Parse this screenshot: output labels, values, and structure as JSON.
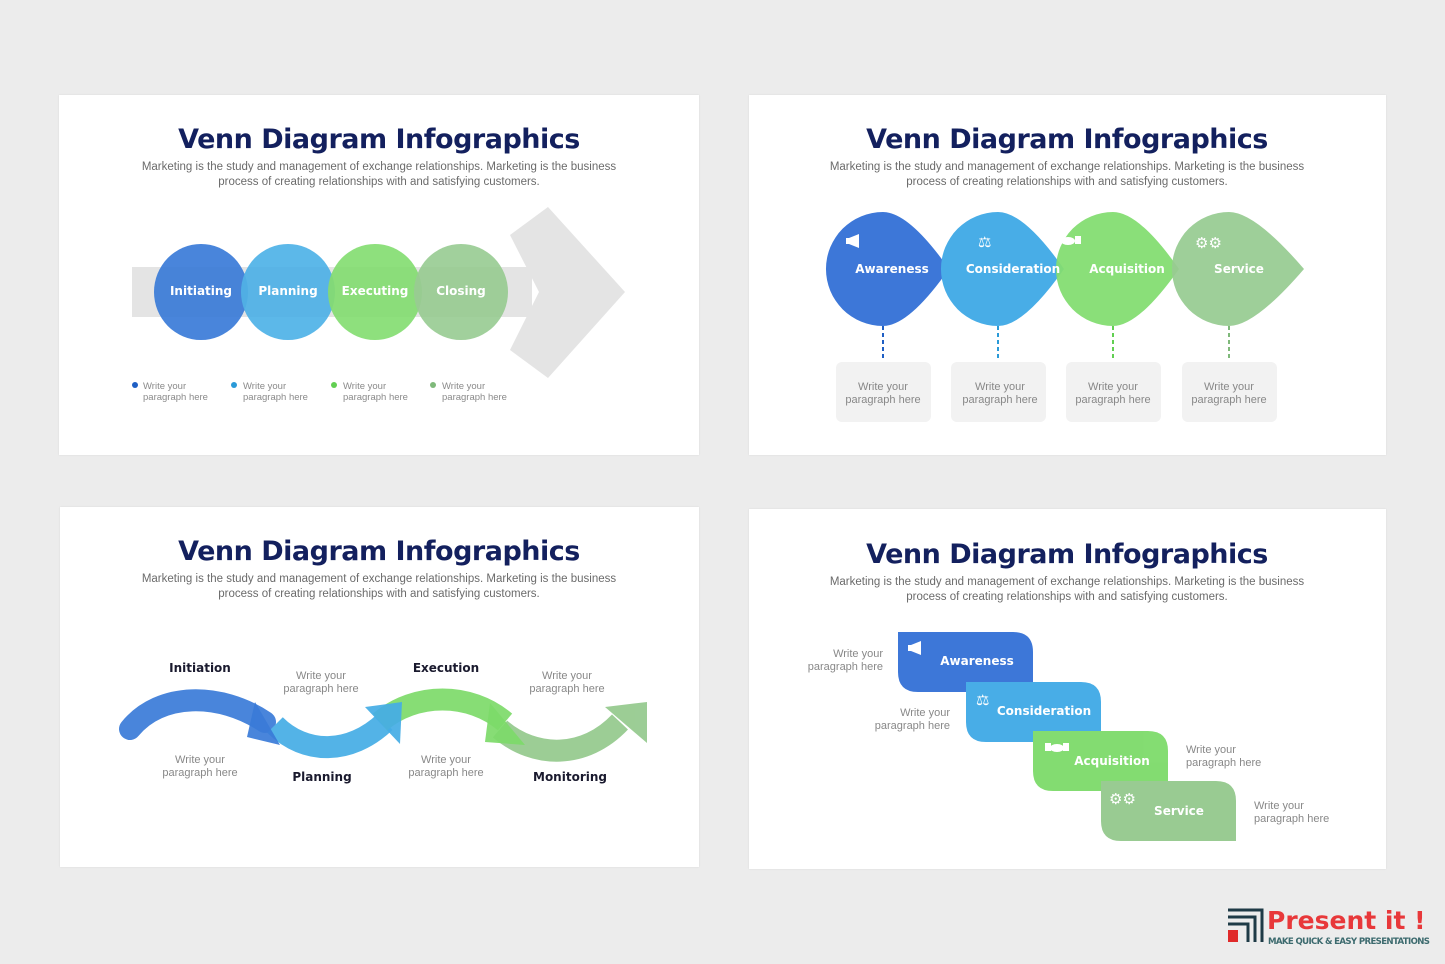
{
  "colors": {
    "blue": "#3a7bd8",
    "sky": "#45ade6",
    "green": "#7ddb6a",
    "sage": "#94c98d",
    "navy": "#13205e",
    "gray_arrow": "#e4e4e4"
  },
  "slides": [
    {
      "title": "Venn Diagram Infographics",
      "subtitle": [
        "Marketing is the study and management of exchange relationships. Marketing is the business",
        "process of creating relationships with and satisfying customers."
      ],
      "circles": [
        "Initiating",
        "Planning",
        "Executing",
        "Closing"
      ],
      "bullets": [
        [
          "Write your",
          "paragraph here"
        ],
        [
          "Write your",
          "paragraph here"
        ],
        [
          "Write your",
          "paragraph here"
        ],
        [
          "Write your",
          "paragraph here"
        ]
      ]
    },
    {
      "title": "Venn Diagram Infographics",
      "subtitle": [
        "Marketing is the study and management of exchange relationships. Marketing is the business",
        "process of creating relationships with and satisfying customers."
      ],
      "drops": [
        {
          "label": "Awareness",
          "icon": "megaphone-icon"
        },
        {
          "label": "Consideration",
          "icon": "scale-icon"
        },
        {
          "label": "Acquisition",
          "icon": "handshake-icon"
        },
        {
          "label": "Service",
          "icon": "gears-icon"
        }
      ],
      "boxes": [
        [
          "Write your",
          "paragraph here"
        ],
        [
          "Write your",
          "paragraph here"
        ],
        [
          "Write your",
          "paragraph here"
        ],
        [
          "Write your",
          "paragraph here"
        ]
      ]
    },
    {
      "title": "Venn Diagram Infographics",
      "subtitle": [
        "Marketing is the study and management of exchange relationships. Marketing is the business",
        "process of creating relationships with and satisfying customers."
      ],
      "stages": [
        "Initiation",
        "Planning",
        "Execution",
        "Monitoring"
      ],
      "paras": [
        [
          "Write your",
          "paragraph here"
        ],
        [
          "Write your",
          "paragraph here"
        ],
        [
          "Write your",
          "paragraph here"
        ],
        [
          "Write your",
          "paragraph here"
        ]
      ]
    },
    {
      "title": "Venn Diagram Infographics",
      "subtitle": [
        "Marketing is the study and management of exchange relationships. Marketing is the business",
        "process of creating relationships with and satisfying customers."
      ],
      "steps": [
        {
          "label": "Awareness",
          "icon": "megaphone-icon"
        },
        {
          "label": "Consideration",
          "icon": "scale-icon"
        },
        {
          "label": "Acquisition",
          "icon": "handshake-icon"
        },
        {
          "label": "Service",
          "icon": "gears-icon"
        }
      ],
      "paras": [
        [
          "Write your",
          "paragraph here"
        ],
        [
          "Write your",
          "paragraph here"
        ],
        [
          "Write your",
          "paragraph here"
        ],
        [
          "Write your",
          "paragraph here"
        ]
      ]
    }
  ],
  "brand": {
    "name": "Present it !",
    "tagline": "MAKE QUICK & EASY PRESENTATIONS"
  }
}
